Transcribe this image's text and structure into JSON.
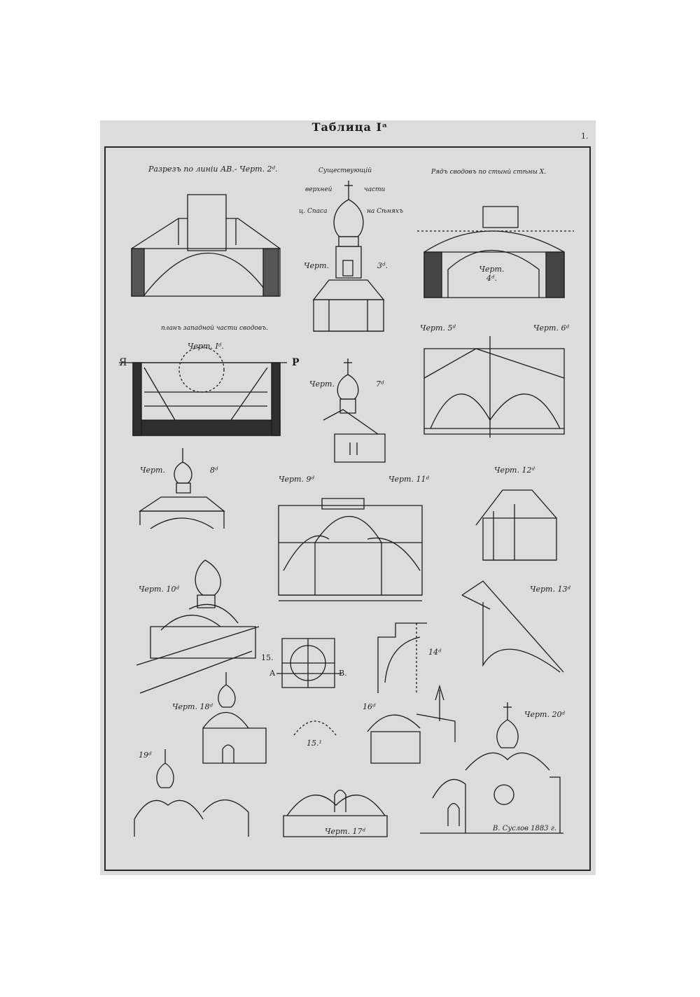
{
  "header": {
    "title": "Таблица Iᵃ",
    "page_number": "1."
  },
  "labels": {
    "razrez": "Разрезъ по линіи АВ.- Черт. 2ᵈ.",
    "sushch_1": "Существующiй",
    "sushch_2": "верхней",
    "sushch_3": "части",
    "sushch_4": "ц. Спаса",
    "sushch_5": "на Сѣняхъ",
    "ryad": "Рядъ сводовъ по стынй стѣны Х.",
    "cher3_a": "Черт.",
    "cher3_b": "3ᵈ.",
    "cher4": "Черт. 4ᵈ.",
    "plan": "планъ западной части сводовъ.",
    "cher1": "Черт. Iᵈ.",
    "plan_letter_left": "Я",
    "plan_letter_right": "Р",
    "cher7_a": "Черт.",
    "cher7_b": "7ᵈ",
    "cher5": "Черт. 5ᵈ",
    "cher6": "Черт. 6ᵈ",
    "cher8_a": "Черт.",
    "cher8_b": "8ᵈ",
    "cher9": "Черт. 9ᵈ",
    "cher11": "Черт. 11ᵈ",
    "cher12": "Черт. 12ᵈ",
    "cher10": "Черт. 10ᵈ",
    "cher13": "Черт. 13ᵈ",
    "fig15": "15.",
    "fig15_a": "А",
    "fig15_b": "В.",
    "fig14": "14ᵈ",
    "cher18": "Черт. 18ᵈ",
    "fig16": "16ᵈ",
    "fig15_1": "15.¹",
    "cher20": "Черт. 20ᵈ",
    "fig19": "19ᵈ",
    "cher17": "Черт. 17ᵈ",
    "signature": "В. Суслов 1883 г."
  }
}
